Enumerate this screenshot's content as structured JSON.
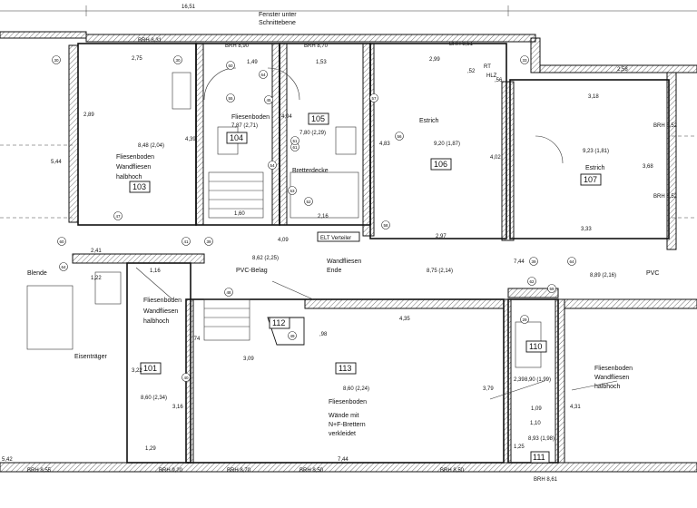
{
  "top": {
    "total_width": "16,51",
    "note_line1": "Fenster unter",
    "note_line2": "Schnittebene"
  },
  "rooms": [
    {
      "no": "103",
      "area": "8,48 (2,04)",
      "lines": [
        "Fliesenboden",
        "Wandfliesen",
        "halbhoch"
      ]
    },
    {
      "no": "104",
      "area": "7,87 (2,71)",
      "lines": [
        "Fliesenboden"
      ]
    },
    {
      "no": "105",
      "area": "7,80 (2,29)",
      "lines": [
        "Bretterdecke"
      ]
    },
    {
      "no": "106",
      "area": "9,20 (1,87)",
      "lines": [
        "Estrich"
      ]
    },
    {
      "no": "107",
      "area": "9,23 (1,81)",
      "lines": [
        "Estrich"
      ]
    },
    {
      "no": "112",
      "area": "8,62 (2,25)",
      "lines": [
        "PVC-Belag"
      ]
    },
    {
      "no": "101",
      "area": "8,60 (2,34)",
      "lines": [
        "Fliesenboden",
        "Wandfliesen",
        "halbhoch"
      ]
    },
    {
      "no": "113",
      "area": "8,60 (2,24)",
      "lines": [
        "Fliesenboden",
        "Wände mit",
        "N+F-Brettern",
        "verkleidet"
      ]
    },
    {
      "no": "110",
      "area": "8,90 (1,99)",
      "lines": []
    },
    {
      "no": "111",
      "area": "8,93 (1,98)",
      "lines": []
    }
  ],
  "labels": {
    "wandfliesen_ende_1": "Wandfliesen",
    "wandfliesen_ende_2": "Ende",
    "elt_verteiler": "ELT Verteiler",
    "hlz": "HLZ",
    "rt": "RT",
    "blende": "Blende",
    "eisentraeger": "Eisenträger",
    "pvc": "PVC",
    "right_note_1": "Fliesenboden",
    "right_note_2": "Wandfliesen",
    "right_note_3": "halbhoch",
    "corridor_area": "8,75 (2,14)",
    "right_area": "8,89 (2,16)"
  },
  "dims": {
    "d103_w": "2,75",
    "d104_w": "1,49",
    "d105_w": "1,53",
    "d106_w": "2,99",
    "d107_w": "3,18",
    "d_right": "2,58",
    "d103_h": "2,89",
    "d104_h": "4,39",
    "d105_h": "4,04",
    "d106_h": "4,83",
    "d107_h": "3,68",
    "d107_h2": "4,02",
    "d_104_b": "1,60",
    "d_105_b": "2,16",
    "d_106_b": "2,97",
    "d_107_b": "3,33",
    "d_corr": "4,09",
    "d_241": "2,41",
    "d_116": "1,16",
    "d_122": "1,22",
    "d_113_w": "4,35",
    "d_113_h": "3,79",
    "d_309": "3,09",
    "d_744": "7,44",
    "d_129": "1,29",
    "d_316": "3,16",
    "d_322": "3,22",
    "d_110": "2,39",
    "d_109": "1,09",
    "d_431": "4,31",
    "d_542": "5,42",
    "d_544": "5,44",
    "d_744b": "7,44",
    "d_74": ",74",
    "d_98": ",98",
    "d_110b": "1,10",
    "d_125": "1,25",
    "d_56": ",56",
    "d_52": ",52"
  },
  "parapets": [
    "BRH 8,31",
    "BRH 8,90",
    "BRH 8,70",
    "BRH 8,51",
    "BRH 8,55",
    "BRH 8,70",
    "BRH 8,52",
    "BRH 8,52",
    "BRH 8,50",
    "BRH 9,20",
    "BRH 8,50",
    "BRH 8,61"
  ],
  "circles": [
    "30",
    "30",
    "64",
    "60",
    "55",
    "45",
    "47",
    "61",
    "52",
    "53",
    "54",
    "57",
    "56",
    "58",
    "51",
    "33",
    "48",
    "39",
    "39",
    "59",
    "29",
    "49",
    "40",
    "64",
    "64",
    "60",
    "62",
    "41"
  ]
}
